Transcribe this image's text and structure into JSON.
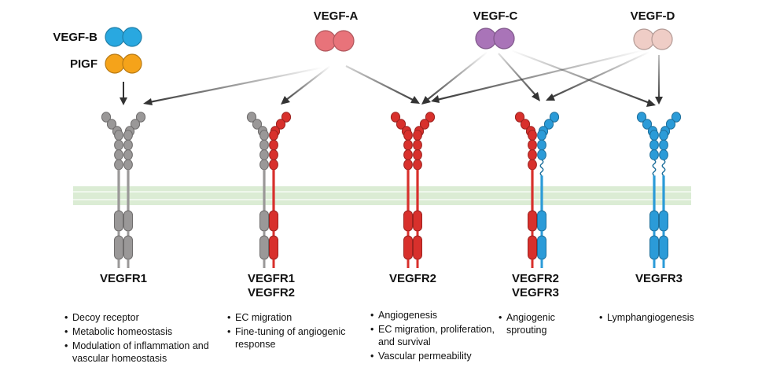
{
  "ligands": {
    "vegf_b": {
      "label": "VEGF-B",
      "color": "#29a8e0"
    },
    "pigf": {
      "label": "PIGF",
      "color": "#f5a31a"
    },
    "vegf_a": {
      "label": "VEGF-A",
      "color": "#e8737a"
    },
    "vegf_c": {
      "label": "VEGF-C",
      "color": "#a974b8"
    },
    "vegf_d": {
      "label": "VEGF-D",
      "color": "#efcdc6"
    }
  },
  "receptor_colors": {
    "vegfr1": "#9a9898",
    "vegfr2": "#d8302c",
    "vegfr3": "#2b9bd8"
  },
  "membrane_color": "#dbecd4",
  "receptors": [
    {
      "line1": "VEGFR1",
      "line2": "",
      "functions": [
        "Decoy receptor",
        "Metabolic homeostasis",
        "Modulation of inflammation and vascular homeostasis"
      ]
    },
    {
      "line1": "VEGFR1",
      "line2": "VEGFR2",
      "functions": [
        "EC migration",
        "Fine-tuning of angiogenic response"
      ]
    },
    {
      "line1": "VEGFR2",
      "line2": "",
      "functions": [
        "Angiogenesis",
        "EC migration, proliferation, and survival",
        "Vascular permeability"
      ]
    },
    {
      "line1": "VEGFR2",
      "line2": "VEGFR3",
      "functions": [
        "Angiogenic sprouting"
      ]
    },
    {
      "line1": "VEGFR3",
      "line2": "",
      "functions": [
        "Lymphangiogenesis"
      ]
    }
  ]
}
